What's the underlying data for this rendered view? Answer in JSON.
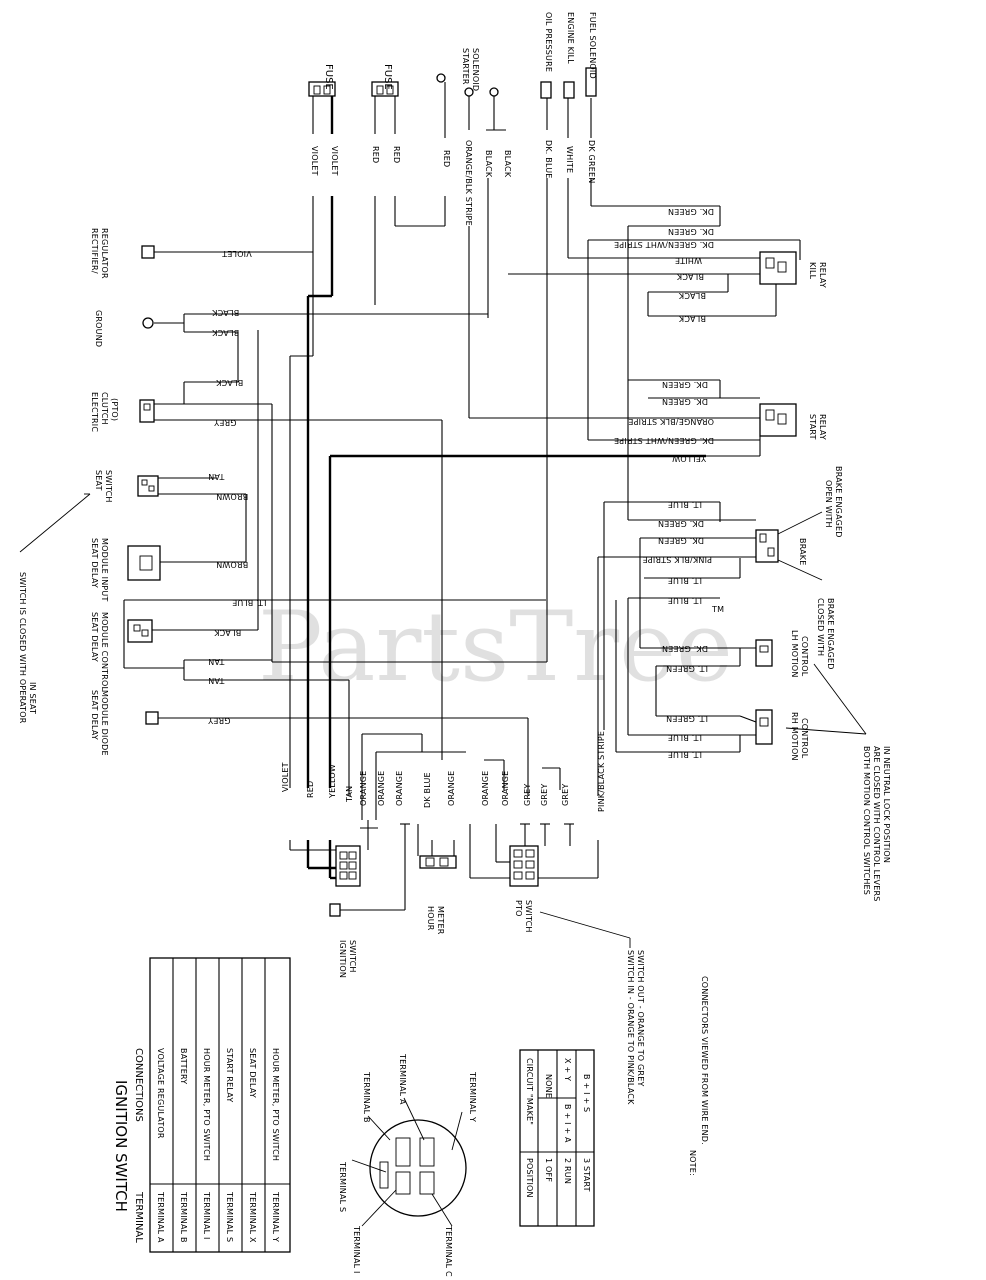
{
  "watermark": {
    "text": "PartsTree",
    "tm": "TM"
  },
  "top_components": {
    "fuse_1": "FUSE",
    "fuse_2": "FUSE",
    "starter_solenoid": [
      "STARTER",
      "SOLENOID"
    ],
    "oil_pressure": "OIL PRESSURE",
    "engine_kill": "ENGINE KILL",
    "fuel_solenoid": "FUEL SOLENOID"
  },
  "top_wires": [
    "VIOLET",
    "VIOLET",
    "RED",
    "RED",
    "RED",
    "ORANGE/BLK STRIPE",
    "BLACK",
    "BLACK",
    "DK. BLUE",
    "WHITE",
    "DK GREEN"
  ],
  "left_components": {
    "rectifier": [
      "RECTIFIER/",
      "REGULATOR"
    ],
    "ground": "GROUND",
    "clutch": [
      "ELECTRIC",
      "CLUTCH",
      "(PTO)"
    ],
    "seat_switch": [
      "SEAT",
      "SWITCH"
    ],
    "seat_delay_input": [
      "SEAT DELAY",
      "MODULE INPUT"
    ],
    "seat_delay_control": [
      "SEAT DELAY",
      "MODULE CONTROL"
    ],
    "seat_delay_diode": [
      "SEAT DELAY",
      "MODULE DIODE"
    ]
  },
  "left_wires": [
    "VIOLET",
    "BLACK",
    "BLACK",
    "BLACK",
    "GREY",
    "TAN",
    "BROWN",
    "BROWN",
    "LT. BLUE",
    "BLACK",
    "TAN",
    "TAN",
    "GREY"
  ],
  "switch_note": [
    "SWITCH IS CLOSED WITH OPERATOR",
    "IN SEAT"
  ],
  "right_components": {
    "kill_relay": [
      "KILL",
      "RELAY"
    ],
    "start_relay": [
      "START",
      "RELAY"
    ],
    "brake": "BRAKE",
    "brake_open": [
      "OPEN WITH",
      "BRAKE ENGAGED"
    ],
    "brake_closed": [
      "CLOSED WITH",
      "BRAKE ENGAGED"
    ],
    "lh_motion": [
      "LH MOTION",
      "CONTROL"
    ],
    "rh_motion": [
      "RH MOTION",
      "CONTROL"
    ],
    "motion_note": [
      "BOTH MOTION CONTROL SWITCHES",
      "ARE CLOSED WITH CONTROL LEVERS",
      "IN NEUTRAL LOCK POSITION"
    ]
  },
  "right_wires": [
    "DK. GREEN",
    "DK. GREEN",
    "DK. GREEN/WHT STRIPE",
    "WHITE",
    "BLACK",
    "BLACK",
    "BLACK",
    "DK. GREEN",
    "DK. GREEN",
    "ORANGE/BLK STRIPE",
    "DK. GREEN/WHT STRIPE",
    "YELLOW",
    "LT. BLUE",
    "DK. GREEN",
    "DK. GREEN",
    "PINK/BLK STRIPE",
    "LT. BLUE",
    "LT. BLUE",
    "DK. GREEN",
    "LT. GREEN",
    "LT. GREEN",
    "LT. BLUE",
    "LT. BLUE"
  ],
  "bottom_wires": [
    "VIOLET",
    "RED",
    "YELLOW",
    "TAN",
    "ORANGE",
    "ORANGE",
    "ORANGE",
    "DK BLUE",
    "ORANGE",
    "ORANGE",
    "ORANGE",
    "GREY",
    "GREY",
    "GREY",
    "PINK/BLACK STRIPE"
  ],
  "bottom_components": {
    "ignition_switch": [
      "IGNITION",
      "SWITCH"
    ],
    "hour_meter": [
      "HOUR",
      "METER"
    ],
    "pto_switch": [
      "PTO",
      "SWITCH"
    ]
  },
  "pto_note": [
    "SWITCH IN - ORANGE TO PINK/BLACK",
    "SWITCH OUT - ORANGE TO GREY"
  ],
  "ignition_table": {
    "title": "IGNITION SWITCH",
    "headers": [
      "TERMINAL",
      "CONNECTIONS"
    ],
    "rows": [
      [
        "TERMINAL  A",
        "VOLTAGE REGULATOR"
      ],
      [
        "TERMINAL  B",
        "BATTERY"
      ],
      [
        "TERMINAL  I",
        "HOUR METER, PTO SWITCH"
      ],
      [
        "TERMINAL  S",
        "START RELAY"
      ],
      [
        "TERMINAL  X",
        "SEAT DELAY"
      ],
      [
        "TERMINAL  Y",
        "HOUR METER, PTO SWITCH"
      ]
    ]
  },
  "terminals": [
    "TERMINAL B",
    "TERMINAL A",
    "TERMINAL Y",
    "TERMINAL S",
    "TERMINAL I",
    "TERMINAL C"
  ],
  "position_table": {
    "headers": [
      "POSITION",
      "CIRCUIT \"MAKE\""
    ],
    "rows": [
      [
        "1  OFF",
        "NONE",
        ""
      ],
      [
        "2  RUN",
        "B + I + A",
        "X + Y"
      ],
      [
        "3  START",
        "B + I + S",
        ""
      ]
    ]
  },
  "note": [
    "NOTE:",
    "CONNECTORS VIEWED FROM WIRE END."
  ]
}
